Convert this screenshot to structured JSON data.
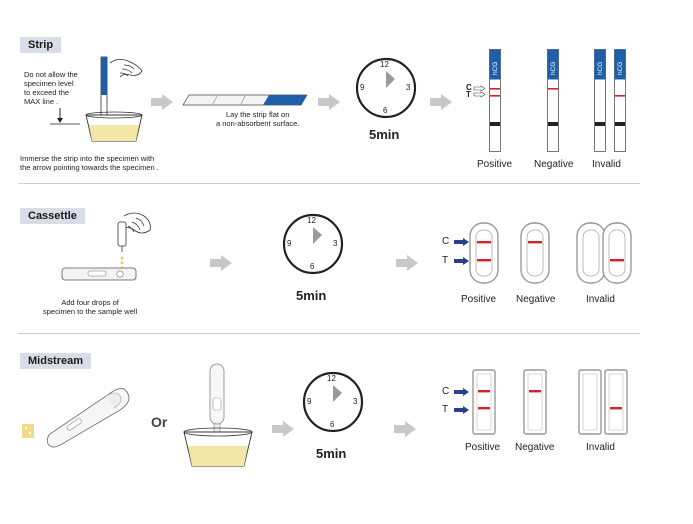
{
  "sections": {
    "strip": {
      "label": "Strip",
      "note_specimen": "Do not allow the\nspecimen level\nto exceed the\nMAX line .",
      "note_immerse": "Immerse the strip into the specimen with\nthe arrow pointing towards the specimen .",
      "note_lay": "Lay the strip flat on\na non-absorbent surface.",
      "time": "5min",
      "clock": {
        "n12": "12",
        "n3": "3",
        "n6": "6",
        "n9": "9"
      },
      "strip_brand": "hCG",
      "c_label": "C",
      "t_label": "T",
      "results": [
        "Positive",
        "Negative",
        "Invalid"
      ]
    },
    "cassette": {
      "label": "Cassettle",
      "note": "Add four drops of\nspecimen to the sample well",
      "time": "5min",
      "clock": {
        "n12": "12",
        "n3": "3",
        "n6": "6",
        "n9": "9"
      },
      "c_label": "C",
      "t_label": "T",
      "results": [
        "Positive",
        "Negative",
        "Invalid"
      ]
    },
    "midstream": {
      "label": "Midstream",
      "or_label": "Or",
      "time": "5min",
      "clock": {
        "n12": "12",
        "n3": "3",
        "n6": "6",
        "n9": "9"
      },
      "c_label": "C",
      "t_label": "T",
      "results": [
        "Positive",
        "Negative",
        "Invalid"
      ]
    }
  },
  "colors": {
    "accent_red": "#d2232a",
    "arrow_blue": "#2b3f8f",
    "strip_blue": "#1f5fa8",
    "step_arrow": "#c8c8c8",
    "urine": "#f3e6a6"
  }
}
